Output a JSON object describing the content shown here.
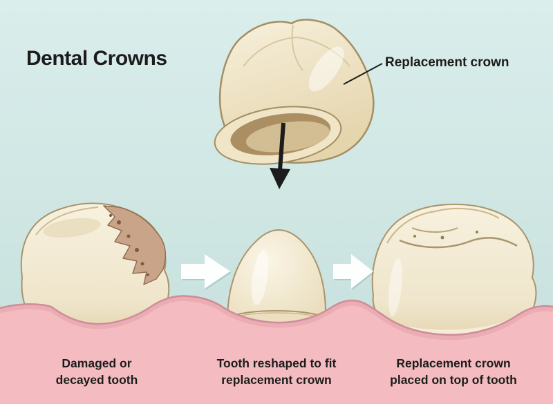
{
  "title": "Dental Crowns",
  "crown_label": "Replacement crown",
  "steps": [
    {
      "caption_line1": "Damaged or",
      "caption_line2": "decayed tooth"
    },
    {
      "caption_line1": "Tooth reshaped to fit",
      "caption_line2": "replacement crown"
    },
    {
      "caption_line1": "Replacement crown",
      "caption_line2": "placed on top of tooth"
    }
  ],
  "colors": {
    "background": "#cfe6e3",
    "gum": "#f4bcc1",
    "gum_line": "#d08c99",
    "tooth_base": "#f0e7d0",
    "tooth_outline": "#a9946c",
    "tooth_shadow": "#dcc9a0",
    "decay": "#c9a488",
    "decay_dark": "#7d5a3f",
    "crown_interior": "#ab8f63",
    "arrow_white": "#fdfefe",
    "text": "#1c1c1c"
  }
}
